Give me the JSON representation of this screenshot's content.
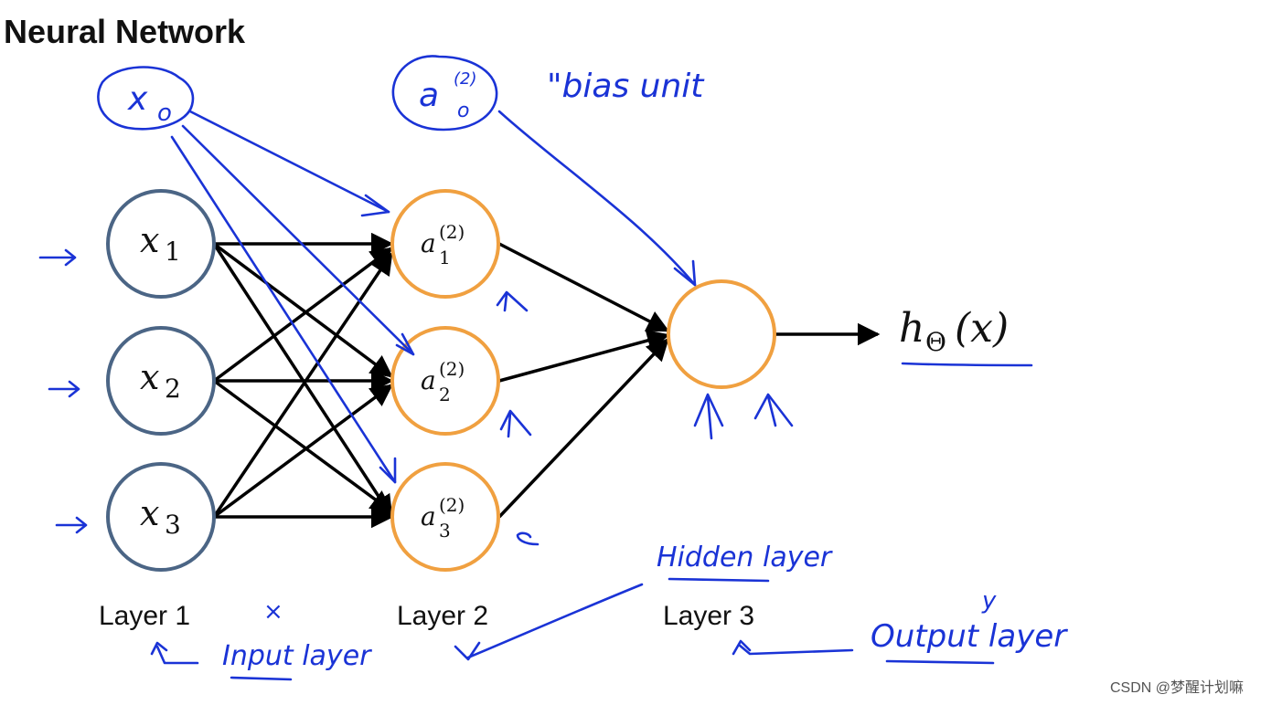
{
  "title": "Neural Network",
  "input_nodes": [
    {
      "var": "x",
      "sub": "1"
    },
    {
      "var": "x",
      "sub": "2"
    },
    {
      "var": "x",
      "sub": "3"
    }
  ],
  "hidden_nodes": [
    {
      "var": "a",
      "sup": "(2)",
      "sub": "1"
    },
    {
      "var": "a",
      "sup": "(2)",
      "sub": "2"
    },
    {
      "var": "a",
      "sup": "(2)",
      "sub": "3"
    }
  ],
  "output": {
    "h": "h",
    "theta": "Θ",
    "arg": "(x)"
  },
  "layer_labels": [
    "Layer 1",
    "Layer 2",
    "Layer 3"
  ],
  "annotations": {
    "x0": {
      "var": "x",
      "sub": "o"
    },
    "a0": {
      "var": "a",
      "sup": "(2)",
      "sub": "o"
    },
    "bias": "\"bias unit",
    "input_layer": "Input layer",
    "hidden_layer": "Hidden layer",
    "output_layer": "Output layer",
    "y": "y",
    "x_mark": "×"
  },
  "watermark": "CSDN @梦醒计划嘛",
  "colors": {
    "ink": "#1a33d6",
    "input_ring": "#4b6585",
    "hidden_ring": "#f0a040",
    "edge": "#000000"
  }
}
